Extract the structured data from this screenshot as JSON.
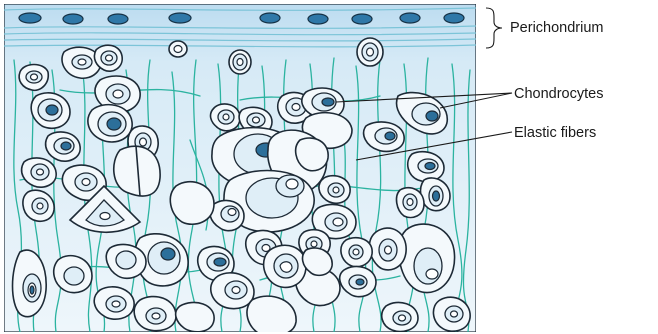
{
  "labels": {
    "perichondrium": "Perichondrium",
    "chondrocytes": "Chondrocytes",
    "elastic_fibers": "Elastic fibers"
  },
  "colors": {
    "background_top": "#cfe6f4",
    "background_bottom": "#eaf4fb",
    "elastic_fiber": "#2bb3a0",
    "nucleus_dark": "#2c6f9a",
    "outline": "#1d2a36"
  }
}
